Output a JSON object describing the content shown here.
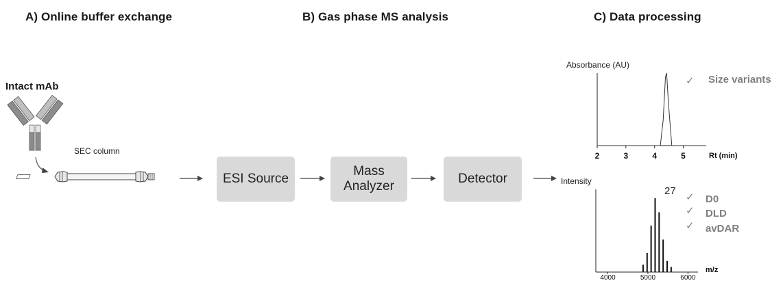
{
  "titles": {
    "a": "A) Online buffer exchange",
    "b": "B) Gas phase MS analysis",
    "c": "C) Data processing"
  },
  "panel_a": {
    "mab_label": "Intact mAb",
    "column_label": "SEC column"
  },
  "panel_b": {
    "esi": "ESI Source",
    "analyzer_line1": "Mass",
    "analyzer_line2": "Analyzer",
    "detector": "Detector"
  },
  "chart_data": [
    {
      "type": "line",
      "ylabel": "Absorbance (AU)",
      "xlabel": "Rt (min)",
      "x_ticks": [
        "2",
        "3",
        "4",
        "5"
      ],
      "xlim": [
        2,
        5.8
      ],
      "series": [
        {
          "x": [
            2.0,
            4.2,
            4.3,
            4.38,
            4.42,
            4.48,
            4.6,
            5.8
          ],
          "y": [
            0.0,
            0.0,
            0.35,
            0.95,
            1.0,
            0.6,
            0.0,
            0.0
          ]
        }
      ],
      "annotations": [
        {
          "check": "✓",
          "text": "Size variants"
        }
      ]
    },
    {
      "type": "bar",
      "ylabel": "Intensity",
      "xlabel": "m/z",
      "x_ticks": [
        "4000",
        "5000",
        "6000"
      ],
      "xlim": [
        3700,
        6250
      ],
      "peak_label": "27",
      "peaks": [
        {
          "x": 4880,
          "y": 0.1
        },
        {
          "x": 4980,
          "y": 0.26
        },
        {
          "x": 5080,
          "y": 0.63
        },
        {
          "x": 5180,
          "y": 1.0
        },
        {
          "x": 5280,
          "y": 0.81
        },
        {
          "x": 5380,
          "y": 0.44
        },
        {
          "x": 5480,
          "y": 0.15
        },
        {
          "x": 5580,
          "y": 0.07
        }
      ],
      "annotations": [
        {
          "check": "✓",
          "text": "D0"
        },
        {
          "check": "✓",
          "text": "DLD"
        },
        {
          "check": "✓",
          "text": "avDAR"
        }
      ]
    }
  ]
}
